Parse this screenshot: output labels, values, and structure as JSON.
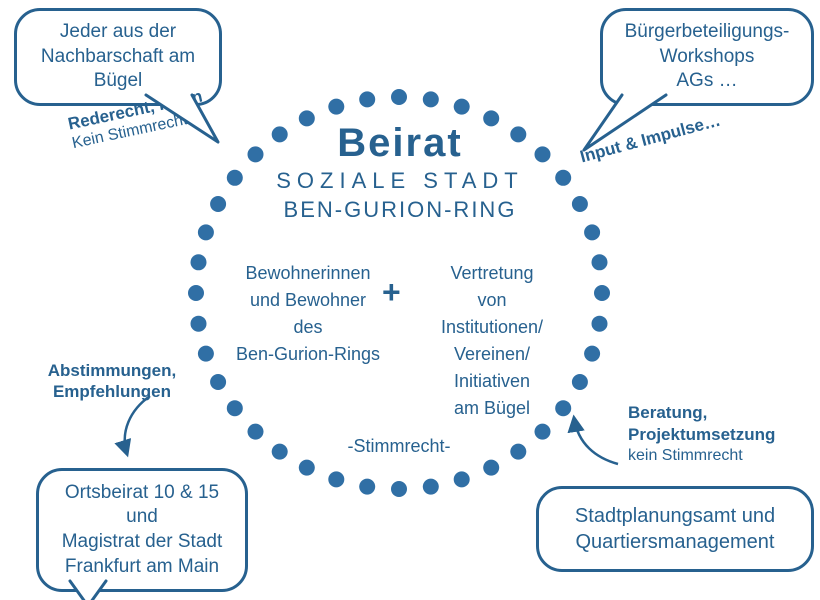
{
  "colors": {
    "primary": "#27618f",
    "dot": "#306fa5"
  },
  "circle": {
    "title": "Beirat",
    "subtitle_line1": "SOZIALE STADT",
    "subtitle_line2": "BEN-GURION-RING",
    "left_group": "Bewohnerinnen\nund Bewohner\ndes\nBen-Gurion-Rings",
    "plus_sign": "+",
    "right_group": "Vertretung\nvon\nInstitutionen/\nVereinen/\nInitiativen\nam Bügel",
    "voting_note": "-Stimmrecht-"
  },
  "bubbles": {
    "top_left": {
      "text": "Jeder aus der\nNachbarschaft am\nBügel"
    },
    "top_right": {
      "text": "Bürgerbeteiligungs-\nWorkshops\nAGs …"
    },
    "bottom_left": {
      "text": "Ortsbeirat 10 & 15\nund\nMagistrat der Stadt\nFrankfurt am Main"
    },
    "bottom_right": {
      "text": "Stadtplanungsamt und\nQuartiersmanagement"
    }
  },
  "annotations": {
    "top_left": {
      "bold": "Rederecht, Ideen",
      "regular": "Kein Stimmrecht"
    },
    "top_right": {
      "bold": "Input & Impulse…"
    },
    "bottom_left": {
      "bold": "Abstimmungen,\nEmpfehlungen"
    },
    "bottom_right": {
      "bold": "Beratung,\nProjektumsetzung",
      "regular": "kein Stimmrecht"
    }
  }
}
